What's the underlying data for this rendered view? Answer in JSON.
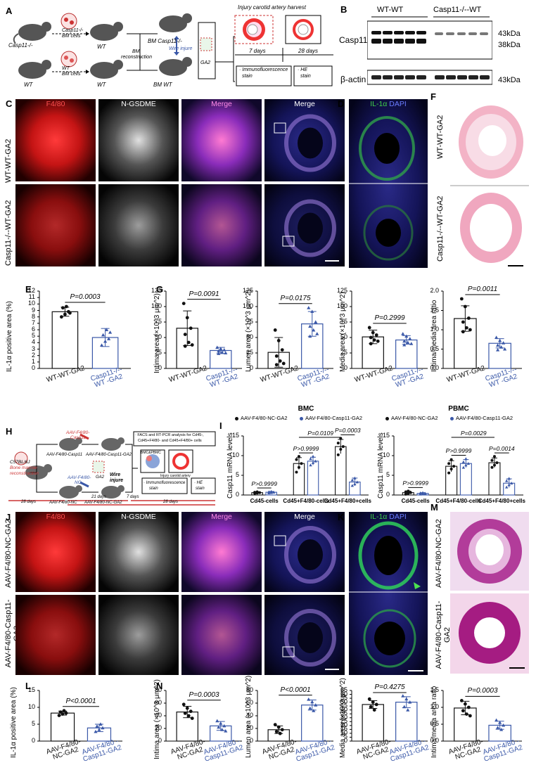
{
  "panels": {
    "A": "A",
    "B": "B",
    "C": "C",
    "D": "D",
    "E": "E",
    "F": "F",
    "G": "G",
    "H": "H",
    "I": "I",
    "J": "J",
    "K": "K",
    "L": "L",
    "M": "M",
    "N": "N"
  },
  "schemaA": {
    "donor_top": "Casp11-/-",
    "cells_top_1": "Casp11-/-",
    "cells_top_2": "BM cells",
    "wt_top": "WT",
    "donor_bot": "WT",
    "cells_bot_1": "WT",
    "cells_bot_2": "BM cells",
    "wt_bot": "WT",
    "recon_1": "BM",
    "recon_2": "reconstruction",
    "bm_casp": "BM Casp11-/-",
    "bm_wt": "BM WT",
    "wire": "Wire injure",
    "ga2": "GA2",
    "harvest": "Injury carotid artery harvest",
    "d7": "7 days",
    "d28": "28 days",
    "if_1": "· Immunofluorescence",
    "if_2": "stain",
    "he_1": "· HE",
    "he_2": "stain"
  },
  "blotB": {
    "group1": "WT-WT",
    "group2": "Casp11-/--WT",
    "protein1": "Casp11",
    "protein2": "β-actin",
    "mw1": "43kDa",
    "mw2": "38kDa",
    "mw3": "43kDa"
  },
  "imgC": {
    "h1": "F4/80",
    "h2": "N-GSDME",
    "h3": "Merge",
    "h4": "Merge",
    "row1": "WT-WT-GA2",
    "row2": "Casp11-/--WT-GA2"
  },
  "imgD": {
    "h1": "IL-1α",
    "h2": "DAPI"
  },
  "imgF": {
    "row1": "WT-WT-GA2",
    "row2": "Casp11-/--WT-GA2"
  },
  "schemaH": {
    "mouse": "C57BL/6J",
    "bm1": "Bone marrow",
    "bm2": "reconstruction",
    "aav_top_1": "AAV-F4/80-",
    "aav_top_2": "Casp11",
    "aav_bot_1": "AAV-F4/80-",
    "aav_bot_2": "NC",
    "m1": "AAV-F4/80-Casp11",
    "m2": "AAV-F4/80-Casp11-GA2",
    "m3": "AAV-F4/80-NC",
    "m4": "AAV-F4/80-NC-GA2",
    "wire": "Wire",
    "injure": "injure",
    "ga2": "GA2",
    "facs1": "· FACS and RT-PCR analysis for Cd45-,",
    "facs2": "Cd45+F4/80- and Cd45+F4/80+ cells",
    "bmc": "BMC&PBMC",
    "injury": "Injury carotid artery",
    "if1": "· Immunofluorescence",
    "if2": "stain",
    "he1": "· HE",
    "he2": "stain",
    "d21": "21 days",
    "d7": "7 days",
    "d28a": "28 days",
    "d28b": "28 days"
  },
  "imgJ": {
    "h1": "F4/80",
    "h2": "N-GSDME",
    "h3": "Merge",
    "h4": "Merge",
    "row1": "AAV-F4/80-NC-GA2",
    "row2": "AAV-F4/80-Casp11-GA2"
  },
  "imgK": {
    "h1": "IL-1α",
    "h2": "DAPI"
  },
  "imgM": {
    "row1": "AAV-F4/80-NC-GA2",
    "row2": "AAV-F4/80-Casp11-GA2"
  },
  "colors": {
    "black": "#111111",
    "blue": "#3a58a8",
    "red": "#e02424",
    "green": "#3fcf4a"
  },
  "chart_data": [
    {
      "panel": "E",
      "type": "bar",
      "ylabel": "IL-1α positive area (%)",
      "categories": [
        "WT-WT-GA2",
        "Casp11-/--WT -GA2"
      ],
      "ylim": [
        0,
        12
      ],
      "yticks": [
        "0",
        "1",
        "2",
        "3",
        "4",
        "5",
        "6",
        "7",
        "8",
        "9",
        "10",
        "11",
        "12"
      ],
      "series": [
        {
          "values": [
            8.8,
            4.8
          ],
          "errors": [
            0.7,
            1.4
          ]
        }
      ],
      "points": [
        [
          8.0,
          8.4,
          8.8,
          9.4,
          9.6,
          8.6
        ],
        [
          3.6,
          4.2,
          4.6,
          5.2,
          6.0,
          5.6
        ]
      ],
      "annotations": [
        "P=0.0003"
      ]
    },
    {
      "panel": "G1",
      "type": "bar",
      "ylabel": "Intima area (×10^3 μm^2)",
      "categories": [
        "WT-WT-GA2",
        "Casp11-/--WT -GA2"
      ],
      "ylim": [
        0,
        125
      ],
      "yticks": [
        "0",
        "25",
        "50",
        "75",
        "100",
        "125"
      ],
      "series": [
        {
          "values": [
            65,
            29
          ],
          "errors": [
            28,
            5
          ]
        }
      ],
      "points": [
        [
          105,
          82,
          65,
          55,
          42,
          38,
          36
        ],
        [
          34,
          32,
          30,
          28,
          26,
          25,
          24
        ]
      ],
      "annotations": [
        "P=0.0091"
      ]
    },
    {
      "panel": "G2",
      "type": "bar",
      "ylabel": "Lumen area (×10^3 μm^2)",
      "categories": [
        "WT-WT-GA2",
        "Casp11-/--WT -GA2"
      ],
      "ylim": [
        0,
        125
      ],
      "yticks": [
        "0",
        "25",
        "50",
        "75",
        "100",
        "125"
      ],
      "series": [
        {
          "values": [
            26,
            72
          ],
          "errors": [
            24,
            20
          ]
        }
      ],
      "points": [
        [
          62,
          45,
          30,
          20,
          12,
          8,
          6
        ],
        [
          98,
          92,
          75,
          68,
          62,
          56,
          52
        ]
      ],
      "annotations": [
        "P=0.0175"
      ]
    },
    {
      "panel": "G3",
      "type": "bar",
      "ylabel": "Media area (×10^3 μm^2)",
      "categories": [
        "WT-WT-GA2",
        "Casp11-/--WT -GA2"
      ],
      "ylim": [
        0,
        125
      ],
      "yticks": [
        "0",
        "25",
        "50",
        "75",
        "100",
        "125"
      ],
      "series": [
        {
          "values": [
            51,
            46
          ],
          "errors": [
            11,
            7
          ]
        }
      ],
      "points": [
        [
          66,
          58,
          54,
          50,
          46,
          44,
          40
        ],
        [
          56,
          52,
          48,
          44,
          42,
          40,
          38
        ]
      ],
      "annotations": [
        "P=0.2999"
      ]
    },
    {
      "panel": "G4",
      "type": "bar",
      "ylabel": "Intima/media area ratio",
      "categories": [
        "WT-WT-GA2",
        "Casp11-/--WT -GA2"
      ],
      "ylim": [
        0,
        2.0
      ],
      "yticks": [
        "0.0",
        "0.5",
        "1.0",
        "1.5",
        "2.0"
      ],
      "series": [
        {
          "values": [
            1.29,
            0.65
          ],
          "errors": [
            0.33,
            0.12
          ]
        }
      ],
      "points": [
        [
          1.8,
          1.6,
          1.3,
          1.2,
          1.05,
          1.0,
          0.95
        ],
        [
          0.8,
          0.72,
          0.66,
          0.6,
          0.55,
          0.5,
          0.48
        ]
      ],
      "annotations": [
        "P=0.0011"
      ]
    },
    {
      "panel": "I",
      "type": "bar",
      "title": "BMC",
      "ylabel": "Casp11 mRNA levels",
      "categories": [
        "Cd45-cells",
        "Cd45+F4/80-cells",
        "Cd45+F4/80+cells"
      ],
      "ylim": [
        0,
        15
      ],
      "yticks": [
        "0",
        "5",
        "10",
        "15"
      ],
      "series": [
        {
          "name": "AAV-F4/80-NC-GA2",
          "values": [
            0.6,
            8.0,
            12.3
          ],
          "errors": [
            0.2,
            1.5,
            1.8
          ],
          "points": [
            [
              0.4,
              0.5,
              0.6,
              0.7,
              0.8
            ],
            [
              5.8,
              7.0,
              8.0,
              9.0,
              9.8
            ],
            [
              10.2,
              11.6,
              12.3,
              13.2,
              14.4
            ]
          ]
        },
        {
          "name": "AAV-F4/80-Casp11-GA2",
          "values": [
            0.7,
            8.6,
            3.3
          ],
          "errors": [
            0.2,
            1.0,
            1.0
          ],
          "points": [
            [
              0.5,
              0.6,
              0.7,
              0.8,
              0.9
            ],
            [
              7.6,
              8.2,
              8.6,
              9.2,
              9.8
            ],
            [
              2.4,
              2.8,
              3.3,
              3.8,
              4.3
            ]
          ]
        }
      ],
      "annotations": [
        "P>0.9999",
        "P>0.9999",
        "P=0.0109",
        "P=0.0003"
      ]
    },
    {
      "panel": "I2",
      "type": "bar",
      "title": "PBMC",
      "ylabel": "Casp11 mRNA levels",
      "categories": [
        "Cd45-cells",
        "Cd45+F4/80-cells",
        "Cd45+F4/80+cells"
      ],
      "ylim": [
        0,
        15
      ],
      "yticks": [
        "0",
        "5",
        "10",
        "15"
      ],
      "series": [
        {
          "name": "AAV-F4/80-NC-GA2",
          "values": [
            0.6,
            7.3,
            8.2
          ],
          "errors": [
            0.4,
            1.4,
            1.2
          ],
          "points": [
            [
              0.2,
              0.4,
              0.6,
              0.8,
              1.0
            ],
            [
              5.6,
              6.6,
              7.3,
              8.0,
              9.0
            ],
            [
              7.0,
              7.6,
              8.2,
              8.8,
              9.8
            ]
          ]
        },
        {
          "name": "AAV-F4/80-Casp11-GA2",
          "values": [
            0.4,
            8.0,
            3.0
          ],
          "errors": [
            0.2,
            1.0,
            1.1
          ],
          "points": [
            [
              0.2,
              0.3,
              0.4,
              0.5,
              0.6
            ],
            [
              7.0,
              7.6,
              8.0,
              8.4,
              9.2
            ],
            [
              2.0,
              2.6,
              3.0,
              3.6,
              4.2
            ]
          ]
        }
      ],
      "annotations": [
        "P>0.9999",
        "P>0.9999",
        "P=0.0029",
        "P=0.0014"
      ]
    },
    {
      "panel": "L",
      "type": "bar",
      "ylabel": "IL-1α positive area (%)",
      "categories": [
        "AAV-F4/80- NC-GA2",
        "AAV-F4/80 -Casp11-GA2"
      ],
      "ylim": [
        0,
        15
      ],
      "yticks": [
        "0",
        "5",
        "10",
        "15"
      ],
      "series": [
        {
          "values": [
            8.3,
            3.9
          ],
          "errors": [
            0.6,
            1.1
          ]
        }
      ],
      "points": [
        [
          7.6,
          8.0,
          8.3,
          8.6,
          9.0
        ],
        [
          2.8,
          3.4,
          3.9,
          4.4,
          5.0
        ]
      ],
      "annotations": [
        "P<0.0001"
      ]
    },
    {
      "panel": "N1",
      "type": "bar",
      "ylabel": "Intima area (×10^3 μm^2)",
      "categories": [
        "AAV-F4/80- NC-GA2",
        "AAV-F4/80 -Casp11-GA2"
      ],
      "ylim": [
        0,
        80
      ],
      "yticks": [
        "0",
        "20",
        "40",
        "60",
        "80"
      ],
      "series": [
        {
          "values": [
            46,
            24
          ],
          "errors": [
            9,
            7
          ]
        }
      ],
      "points": [
        [
          58,
          52,
          47,
          44,
          40,
          36
        ],
        [
          32,
          28,
          24,
          22,
          18,
          16
        ]
      ],
      "annotations": [
        "P=0.0003"
      ]
    },
    {
      "panel": "N2",
      "type": "bar",
      "ylabel": "Lumen area (×10^3 μm^2)",
      "categories": [
        "AAV-F4/80- NC-GA2",
        "AAV-F4/80 -Casp11-GA2"
      ],
      "ylim": [
        0,
        80
      ],
      "yticks": [
        "0",
        "20",
        "40",
        "60",
        "80"
      ],
      "series": [
        {
          "values": [
            18,
            57
          ],
          "errors": [
            6,
            8
          ]
        }
      ],
      "points": [
        [
          26,
          22,
          18,
          15,
          12
        ],
        [
          66,
          62,
          57,
          52,
          48
        ]
      ],
      "annotations": [
        "P<0.0001"
      ]
    },
    {
      "panel": "N3",
      "type": "bar",
      "ylabel": "Media area (×10^3 μm^2)",
      "categories": [
        "AAV-F4/80- NC-GA2",
        "AAV-F4/80 -Casp11-GA2"
      ],
      "ylim": [
        0,
        65
      ],
      "yticks": [
        "0",
        "5",
        "10",
        "15",
        "20",
        "25",
        "30",
        "35",
        "40",
        "45",
        "50",
        "55",
        "60",
        "65"
      ],
      "series": [
        {
          "values": [
            47,
            50
          ],
          "errors": [
            5,
            7
          ]
        }
      ],
      "points": [
        [
          54,
          50,
          47,
          44,
          40
        ],
        [
          58,
          54,
          50,
          44,
          40
        ]
      ],
      "annotations": [
        "P=0.4275"
      ]
    },
    {
      "panel": "N4",
      "type": "bar",
      "ylabel": "Intima/media area ratio",
      "categories": [
        "AAV-F4/80- NC-GA2",
        "AAV-F4/80 -Casp11-GA2"
      ],
      "ylim": [
        0,
        1.5
      ],
      "yticks": [
        "0.0",
        "0.5",
        "1.0",
        "1.5"
      ],
      "series": [
        {
          "values": [
            0.98,
            0.47
          ],
          "errors": [
            0.2,
            0.12
          ]
        }
      ],
      "points": [
        [
          1.2,
          1.1,
          1.0,
          0.9,
          0.8,
          0.75
        ],
        [
          0.62,
          0.55,
          0.47,
          0.4,
          0.34
        ]
      ],
      "annotations": [
        "P=0.0003"
      ]
    }
  ]
}
